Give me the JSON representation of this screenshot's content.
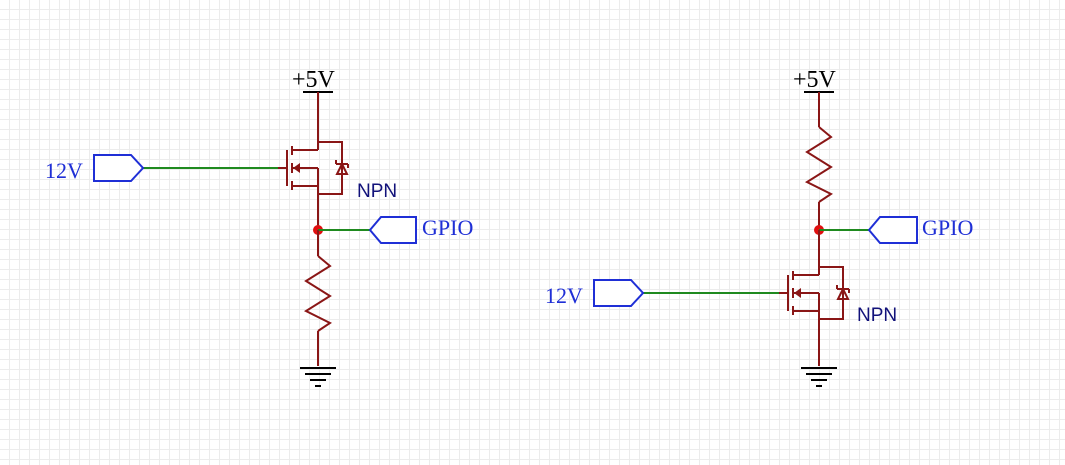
{
  "colors": {
    "background": "#ffffff",
    "grid": "#ececec",
    "component": "#8a1616",
    "wire": "#1f8a1f",
    "net_port": "#1f2fd6",
    "junction": "#e01010",
    "text_black": "#000000",
    "text_blue": "#1f2fd6",
    "text_navy": "#12127a"
  },
  "circuit_left": {
    "power_label": "+5V",
    "input_port_label": "12V",
    "output_port_label": "GPIO",
    "transistor_label": "NPN"
  },
  "circuit_right": {
    "power_label": "+5V",
    "input_port_label": "12V",
    "output_port_label": "GPIO",
    "transistor_label": "NPN"
  }
}
